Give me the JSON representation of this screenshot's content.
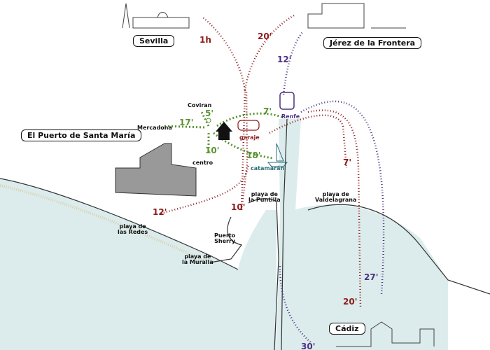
{
  "colors": {
    "red": "#8e1b1b",
    "purple": "#4d2f82",
    "green": "#5a9430",
    "water": "#dcecec",
    "teal": "#2b6b7a"
  },
  "places": {
    "sevilla": "Sevilla",
    "jerez": "Jérez de la Frontera",
    "puerto": "El Puerto de Santa María",
    "cadiz": "Cádiz"
  },
  "pois": {
    "coviran": "Coviran",
    "mercadona": "Mercadona",
    "garaje": "garaje",
    "renfe": "Renfe",
    "centro": "centro",
    "catamaran": "catamarán",
    "puntilla": [
      "playa de",
      "la Puntilla"
    ],
    "valdelagrana": [
      "playa de",
      "Valdelagrana"
    ],
    "redes": [
      "playa de",
      "las Redes"
    ],
    "sherry": [
      "Puerto",
      "Sherry"
    ],
    "muralla": [
      "playa de",
      "la Muralla"
    ]
  },
  "times": {
    "sevilla_car": "1h",
    "jerez_car": "20'",
    "jerez_train": "12'",
    "coviran": "5'",
    "mercadona": "17'",
    "renfe": "7'",
    "centro": "10'",
    "catamaran": "18'",
    "valdelagrana": "7'",
    "redes": "12'",
    "puntilla": "10'",
    "cadiz_train": "27'",
    "cadiz_car": "20'",
    "cadiz_boat": "30'"
  }
}
